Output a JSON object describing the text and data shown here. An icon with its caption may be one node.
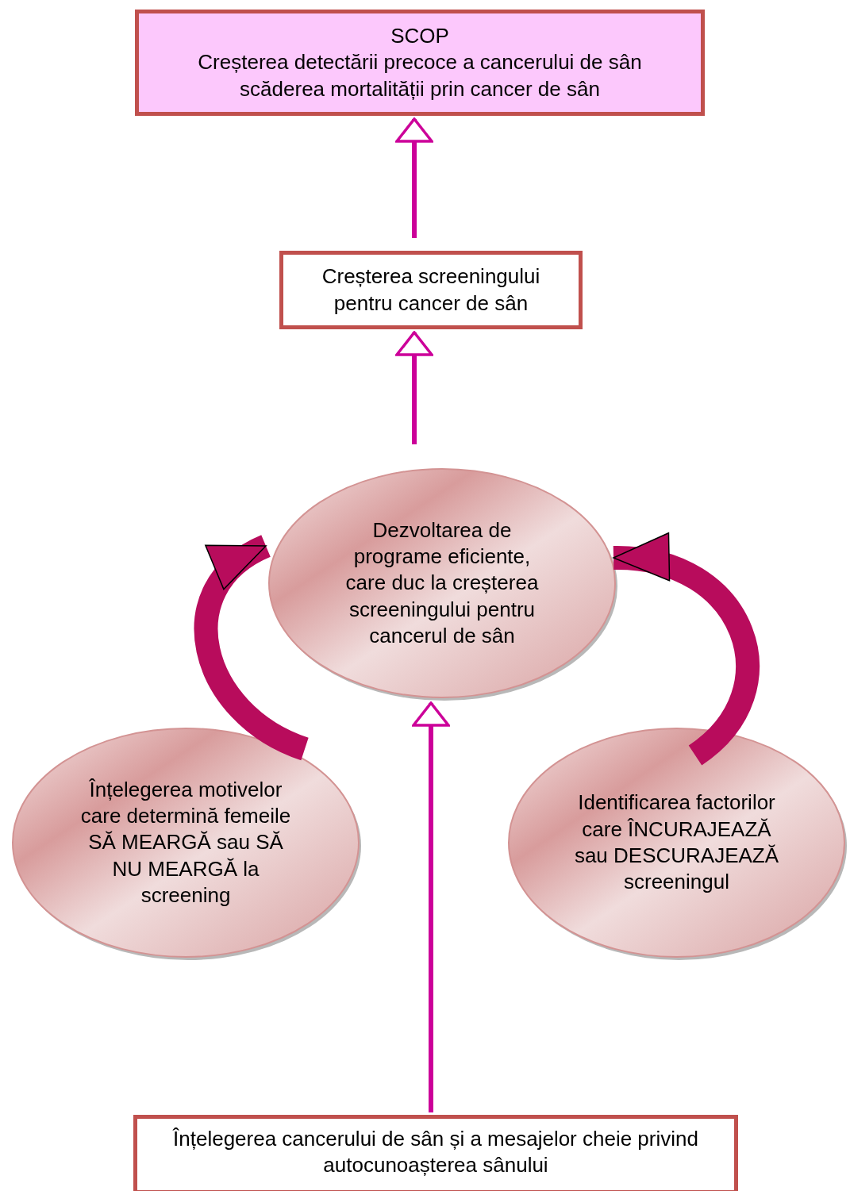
{
  "diagram": {
    "nodes": [
      {
        "text": [
          "SCOP",
          "Creșterea detectării precoce a cancerului de sân scăderea mortalității prin cancer de sân"
        ]
      },
      {
        "text": [
          "Creșterea screeningului pentru cancer de sân"
        ]
      },
      {
        "text": [
          "Dezvoltarea de programe eficiente, care duc la creșterea screeningului pentru cancerul de sân"
        ]
      },
      {
        "text": [
          "Înțelegerea motivelor care determină femeile SĂ MEARGĂ sau SĂ NU MEARGĂ la screening"
        ]
      },
      {
        "text": [
          "Identificarea factorilor care ÎNCURAJEAZĂ sau DESCURAJEAZĂ screeningul"
        ]
      },
      {
        "text": [
          "Înțelegerea cancerului de sân și a mesajelor cheie privind autocunoașterea sânului"
        ]
      }
    ],
    "edges": [
      {
        "from": 1,
        "to": 0,
        "arrow": "to"
      },
      {
        "from": 2,
        "to": 1,
        "arrow": "to"
      },
      {
        "from": 5,
        "to": 2,
        "arrow": "to"
      },
      {
        "from": 3,
        "to": 2,
        "arrow": "to",
        "style": "thick",
        "color": "#b80c5c"
      },
      {
        "from": 4,
        "to": 2,
        "arrow": "to",
        "style": "thick",
        "color": "#b80c5c"
      }
    ]
  }
}
